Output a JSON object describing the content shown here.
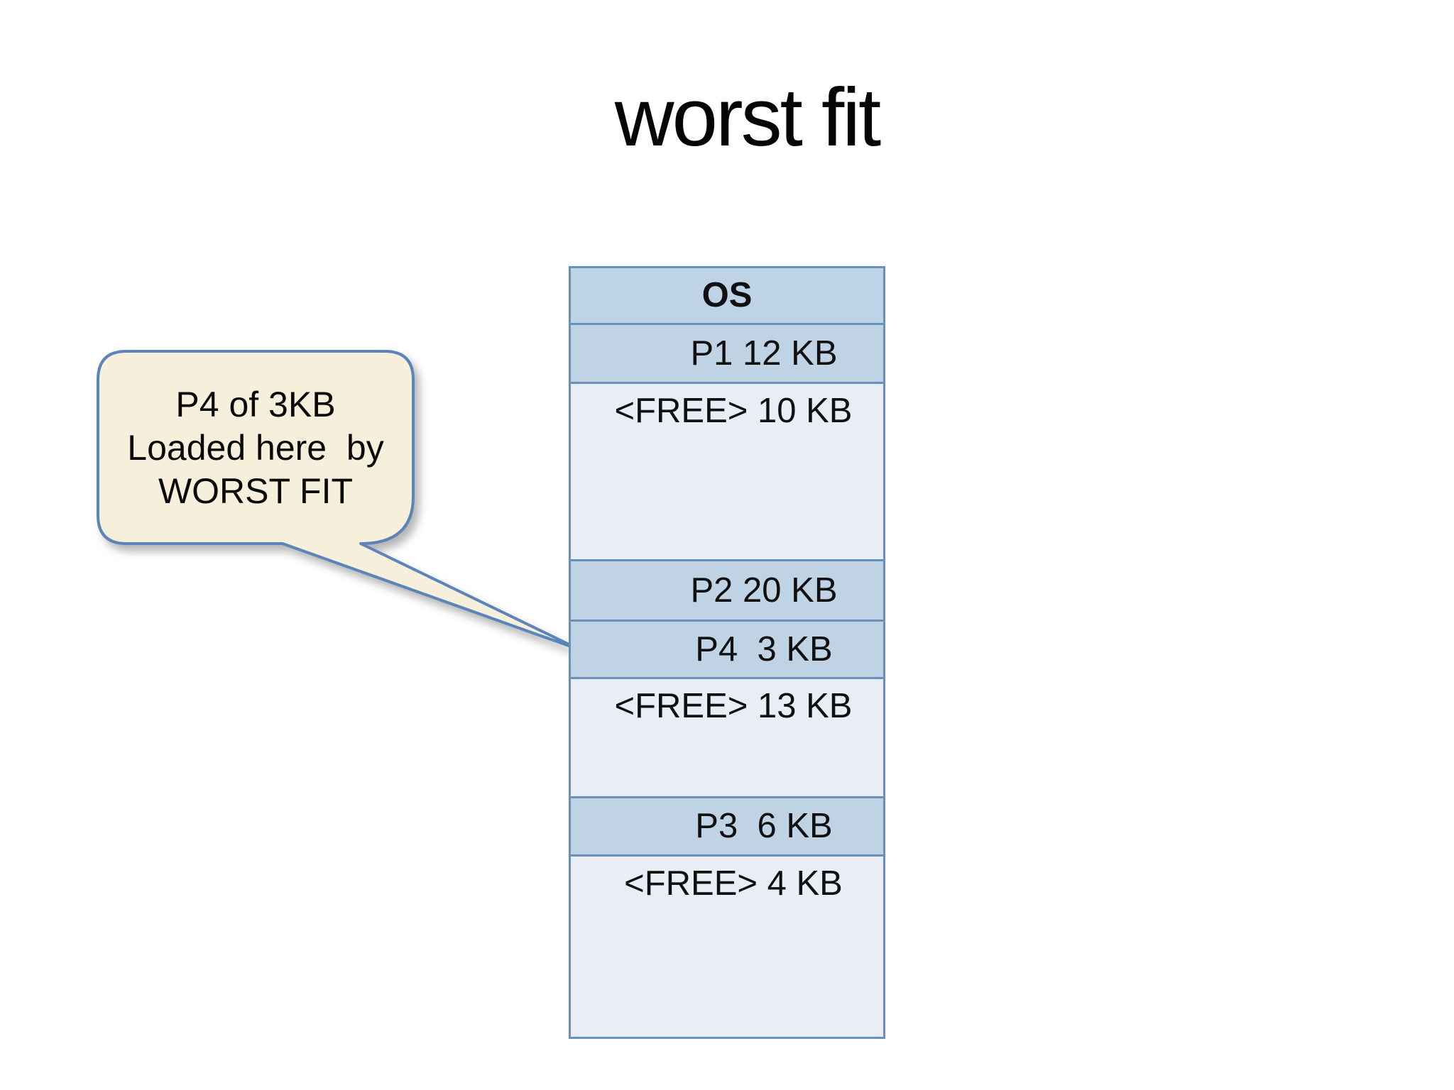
{
  "title": "worst fit",
  "callout": {
    "text_lines": [
      "P4 of 3KB",
      "Loaded here  by",
      "WORST FIT"
    ]
  },
  "memory_map": {
    "blocks": [
      {
        "id": "os",
        "label": "OS",
        "kind": "os"
      },
      {
        "id": "p1",
        "label": "P1 12 KB",
        "kind": "process"
      },
      {
        "id": "free-10",
        "label": "<FREE> 10 KB",
        "kind": "free"
      },
      {
        "id": "p2",
        "label": "P2 20 KB",
        "kind": "process"
      },
      {
        "id": "p4",
        "label": "P4  3 KB",
        "kind": "process"
      },
      {
        "id": "free-13",
        "label": "<FREE> 13 KB",
        "kind": "free"
      },
      {
        "id": "p3",
        "label": "P3  6 KB",
        "kind": "process"
      },
      {
        "id": "free-4",
        "label": "<FREE> 4 KB",
        "kind": "free"
      }
    ]
  },
  "colors": {
    "process_fill": "#c0d3e5",
    "os_fill": "#bed3e6",
    "free_fill": "#e9eef6",
    "block_border": "#6790ba",
    "callout_fill": "#f5efdb",
    "callout_border": "#5b84b8",
    "title_color": "#050505"
  }
}
